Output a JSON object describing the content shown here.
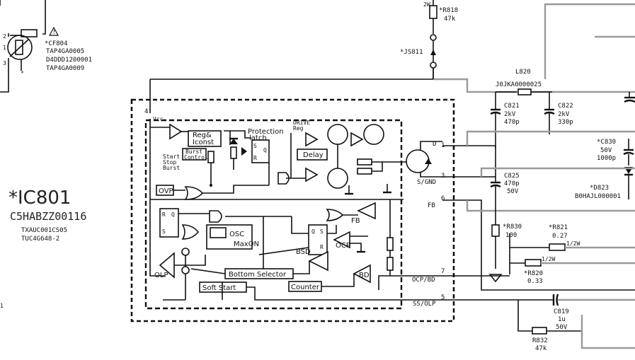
{
  "ic": {
    "designator": "*IC801",
    "part_number": "C5HABZZ00116",
    "alt_parts": [
      "TXAUC001CS05",
      "TUC4G648-2"
    ]
  },
  "cf804": {
    "designator": "*CF804",
    "parts": [
      "TAP4GA0005",
      "D4DDD1200001",
      "TAP4GA0009"
    ],
    "pins": [
      "2",
      "1",
      "3"
    ]
  },
  "r818": {
    "designator": "*R818",
    "value": "47k",
    "power": "2W"
  },
  "js811": {
    "designator": "*JS811"
  },
  "l820": {
    "designator": "L820",
    "part": "J0JKA0000025"
  },
  "c821": {
    "designator": "C821",
    "voltage": "2kV",
    "value": "470p"
  },
  "c822": {
    "designator": "C822",
    "voltage": "2kV",
    "value": "330p"
  },
  "c830": {
    "designator": "*C830",
    "voltage": "50V",
    "value": "1000p"
  },
  "d823": {
    "designator": "*D823",
    "part": "B0HAJL000001"
  },
  "c825": {
    "designator": "C825",
    "value": "470p",
    "voltage": "50V"
  },
  "r830": {
    "designator": "*R830",
    "value": "100"
  },
  "r821": {
    "designator": "*R821",
    "value": "0.27",
    "power": "1/2W"
  },
  "r820": {
    "designator": "*R820",
    "value": "0.33",
    "power": "1/2W"
  },
  "c819": {
    "designator": "C819",
    "value": "1u",
    "voltage": "50V"
  },
  "r832": {
    "designator": "R832",
    "value": "47k"
  },
  "pins": {
    "vcc": "4",
    "vcc_label": "Vcc",
    "d": "D",
    "d_num": "1",
    "sgnd": "S/GND",
    "sgnd_num": "3",
    "fb": "FB",
    "fb_num": "6",
    "ocpbd": "OCP/BD",
    "ocpbd_num": "7",
    "ssolp": "SS/OLP",
    "ssolp_num": "5"
  },
  "blocks": {
    "reg": [
      "Reg&",
      "Iconst"
    ],
    "start_stop": [
      "Start",
      "Stop",
      "Burst"
    ],
    "burst_control": [
      "Burst",
      "Control"
    ],
    "protection": [
      "Protection",
      "latch"
    ],
    "drive": [
      "DRIVE",
      "Reg"
    ],
    "delay": "Delay",
    "ovp": "OVP",
    "osc": "OSC",
    "maxon": "MaxON",
    "fb": "FB",
    "ocp": "OCP",
    "bsd": "BSD",
    "bd": "BD",
    "olp": "OLP",
    "bottom_selector": "Bottom Selector",
    "soft_start": "Soft Start",
    "counter": "Counter",
    "sr_r": "R",
    "sr_s": "S",
    "sr_q": "Q"
  },
  "misc": {
    "left_pin_1": "1",
    "c_mark": "*"
  }
}
